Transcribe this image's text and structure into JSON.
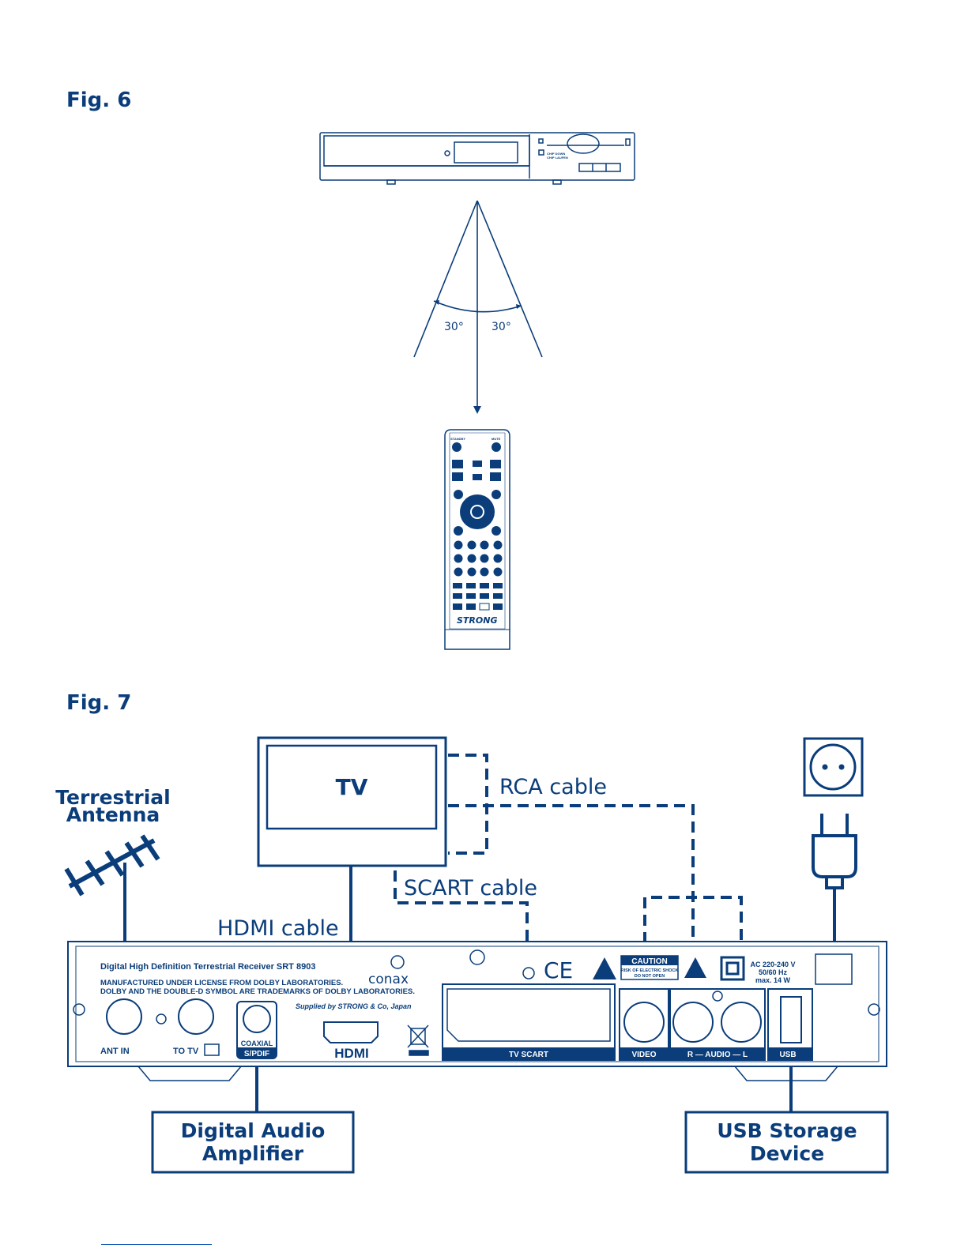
{
  "fig6": {
    "title": "Fig. 6",
    "angle_left": "30°",
    "angle_right": "30°",
    "receiver_front": {
      "smartcard_text_1": "CHIP DOWN",
      "smartcard_text_2": "CHIP LAUFEN"
    },
    "remote": {
      "standby": "STANDBY",
      "mute": "MUTE",
      "brand": "STRONG"
    }
  },
  "fig7": {
    "title": "Fig. 7",
    "tv_label": "TV",
    "rca_cable": "RCA cable",
    "scart_cable": "SCART cable",
    "hdmi_cable": "HDMI cable",
    "antenna_line1": "Terrestrial",
    "antenna_line2": "Antenna",
    "amp_line1": "Digital Audio",
    "amp_line2": "Amplifier",
    "usb_line1": "USB Storage",
    "usb_line2": "Device",
    "panel": {
      "model_line": "Digital High Definition Terrestrial Receiver SRT 8903",
      "license_line1": "MANUFACTURED UNDER LICENSE FROM DOLBY LABORATORIES.",
      "license_line2": "DOLBY AND THE DOUBLE-D SYMBOL ARE TRADEMARKS OF DOLBY LABORATORIES.",
      "supplied_by": "Supplied by STRONG & Co, Japan",
      "conax": "conax",
      "ce": "CE",
      "caution": "CAUTION",
      "caution_sub1": "RISK OF ELECTRIC SHOCK",
      "caution_sub2": "DO NOT OPEN",
      "power_line1": "AC 220-240 V",
      "power_line2": "50/60 Hz",
      "power_line3": "max. 14 W",
      "ant_in": "ANT IN",
      "to_tv": "TO TV",
      "coaxial": "COAXIAL",
      "spdif": "S/PDIF",
      "hdmi": "HDMI",
      "tv_scart": "TV SCART",
      "video": "VIDEO",
      "audio": "R — AUDIO — L",
      "usb": "USB"
    }
  },
  "colors": {
    "primary": "#0a3d7a"
  }
}
